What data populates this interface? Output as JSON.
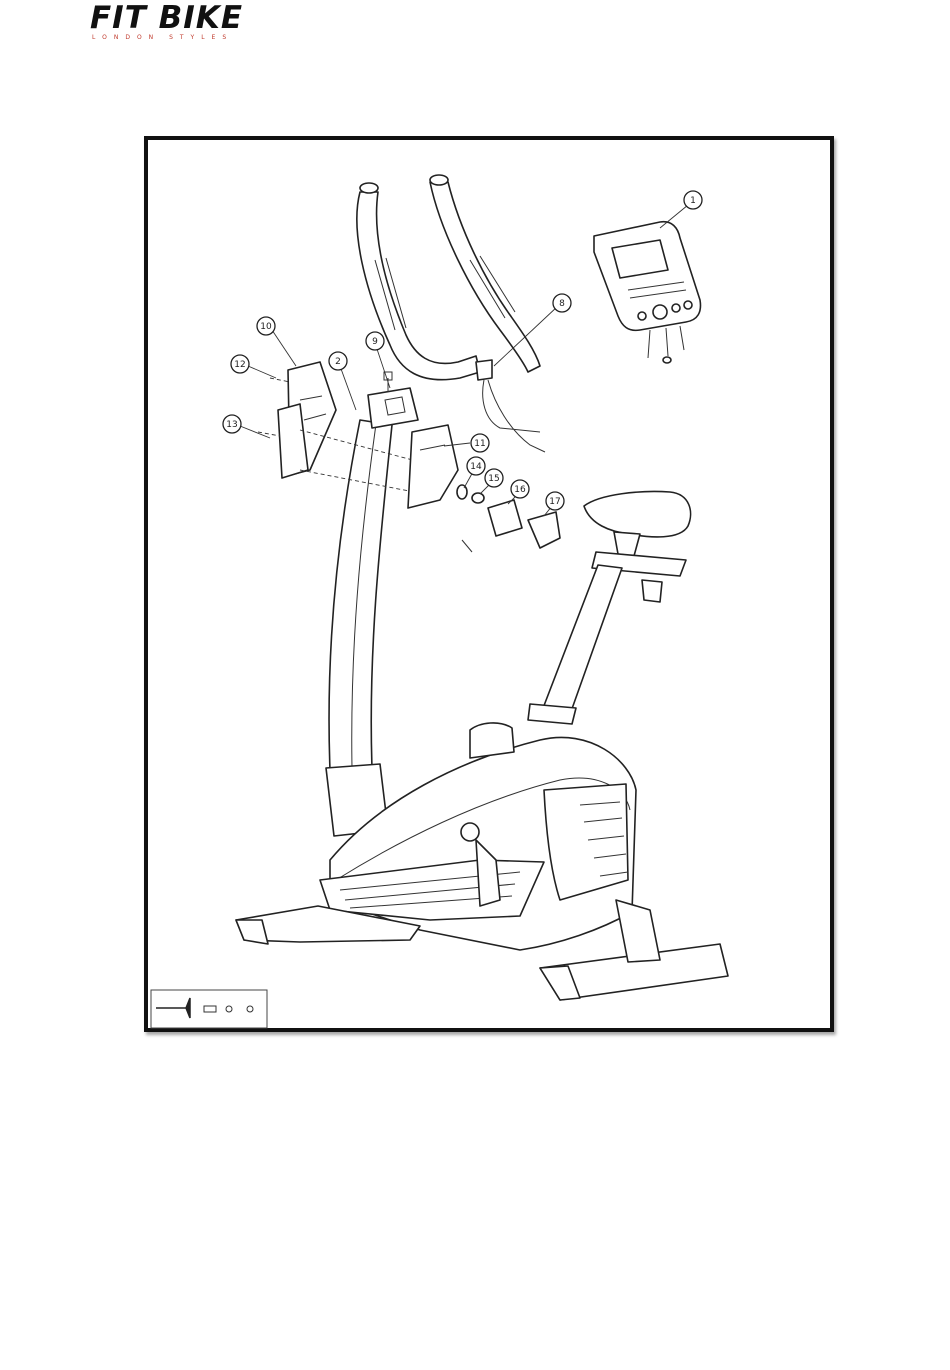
{
  "header": {
    "brand_name": "FIT BIKE",
    "brand_tagline": "LONDON STYLES"
  },
  "diagram": {
    "callouts": [
      {
        "id": "c1",
        "label": "1"
      },
      {
        "id": "c8",
        "label": "8"
      },
      {
        "id": "c9",
        "label": "9"
      },
      {
        "id": "c2",
        "label": "2"
      },
      {
        "id": "c10",
        "label": "10"
      },
      {
        "id": "c12",
        "label": "12"
      },
      {
        "id": "c13",
        "label": "13"
      },
      {
        "id": "c11",
        "label": "11"
      },
      {
        "id": "c14",
        "label": "14"
      },
      {
        "id": "c15",
        "label": "15"
      },
      {
        "id": "c16",
        "label": "16"
      },
      {
        "id": "c17",
        "label": "17"
      }
    ]
  }
}
